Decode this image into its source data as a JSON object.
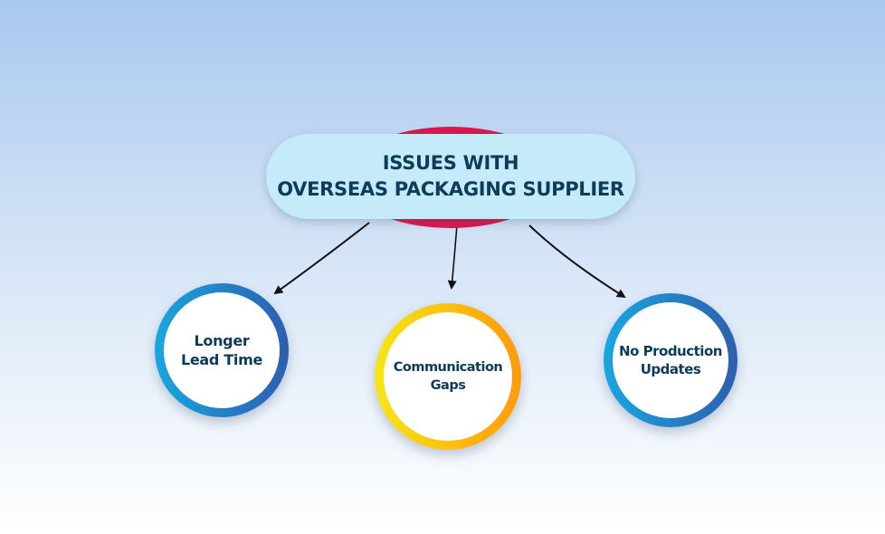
{
  "title": {
    "lines": [
      "ISSUES WITH",
      "OVERSEAS PACKAGING SUPPLIER"
    ]
  },
  "nodes": [
    {
      "lines": [
        "Longer",
        "Lead Time"
      ],
      "ring_colors": [
        "#1aa6e0",
        "#2d5fae"
      ]
    },
    {
      "lines": [
        "Communication",
        "Gaps"
      ],
      "ring_colors": [
        "#f6e617",
        "#ff9a0a"
      ]
    },
    {
      "lines": [
        "No Production",
        "Updates"
      ],
      "ring_colors": [
        "#1aa6e0",
        "#2d5fae"
      ]
    }
  ],
  "edges": [
    {
      "from": "title",
      "to": 0
    },
    {
      "from": "title",
      "to": 1
    },
    {
      "from": "title",
      "to": 2
    }
  ],
  "colors": {
    "title_ellipse": "#e0164f",
    "title_pill": "#c5eaf9",
    "text": "#0d3b5a",
    "arrow": "#111111"
  }
}
